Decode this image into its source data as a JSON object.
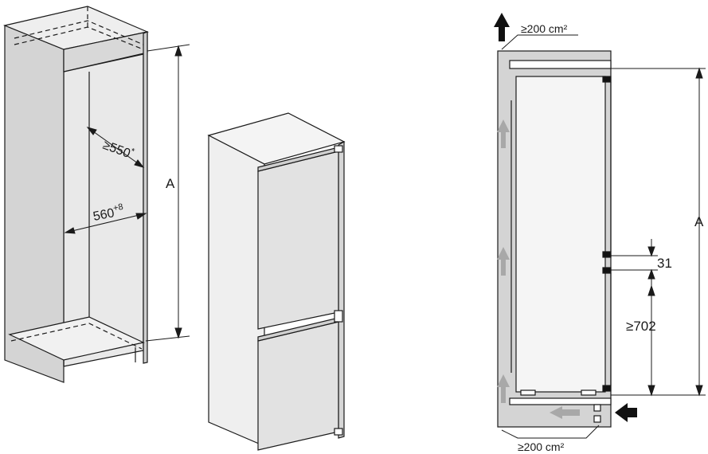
{
  "labels": {
    "depth_min": "≥550",
    "depth_star": "*",
    "width_nominal": "560",
    "width_tolerance": "+8",
    "height_left": "A",
    "height_right": "A",
    "vent_top": "≥200 cm²",
    "vent_bottom": "≥200 cm²",
    "gap": "31",
    "lower_min": "≥702"
  },
  "colors": {
    "line": "#1a1a1a",
    "cabinet_side": "#d4d4d4",
    "cabinet_inner": "#e9e9e9",
    "fridge_front": "#e2e2e2",
    "fridge_side": "#efefef",
    "air_arrow": "#a8a8a8",
    "airflow_arrow": "#111111"
  },
  "icons": {
    "airflow": "arrow-icon"
  }
}
